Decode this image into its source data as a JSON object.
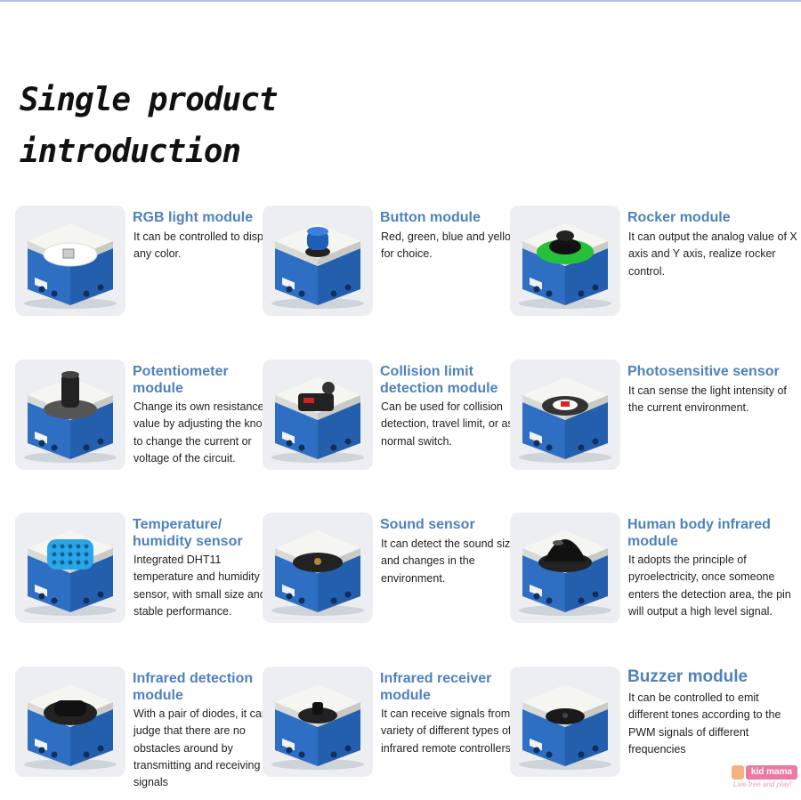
{
  "page": {
    "title_line1": "Single product",
    "title_line2": "introduction"
  },
  "modules": [
    {
      "name": "RGB light module",
      "desc": "It can be controlled to display any color.",
      "icon": "rgb-led-icon"
    },
    {
      "name": "Button module",
      "desc": "Red, green, blue and yellow for choice.",
      "icon": "button-cap-icon"
    },
    {
      "name": "Rocker module",
      "desc": "It can output the analog value of X axis and Y axis, realize rocker control.",
      "icon": "joystick-icon"
    },
    {
      "name": "Potentiometer module",
      "desc": "Change its own resistance value by adjusting the knob to change the current or voltage of the circuit.",
      "icon": "knob-icon"
    },
    {
      "name": "Collision limit detection module",
      "desc": "Can be used for collision detection, travel limit, or as a normal switch.",
      "icon": "limit-switch-icon"
    },
    {
      "name": "Photosensitive sensor",
      "desc": "It can sense the light intensity of the current environment.",
      "icon": "light-sensor-icon"
    },
    {
      "name": "Temperature/ humidity sensor",
      "desc": "Integrated DHT11 temperature and humidity sensor, with small size and stable performance.",
      "icon": "dht11-icon"
    },
    {
      "name": "Sound sensor",
      "desc": "It can detect the sound size and changes in the environment.",
      "icon": "microphone-icon"
    },
    {
      "name": "Human body infrared module",
      "desc": "It adopts the principle of pyroelectricity, once someone enters the detection area, the pin will output a high level signal.",
      "icon": "pir-dome-icon"
    },
    {
      "name": "Infrared detection module",
      "desc": "With a pair of diodes, it can judge that there are no obstacles around by transmitting and receiving signals",
      "icon": "ir-diode-icon"
    },
    {
      "name": "Infrared receiver module",
      "desc": "It can receive signals from a variety of different types of infrared remote controllers.",
      "icon": "ir-receiver-icon"
    },
    {
      "name": "Buzzer module",
      "desc": "It can be controlled to emit different tones according to the PWM signals of different frequencies",
      "icon": "buzzer-icon"
    }
  ],
  "watermark": {
    "brand": "kid mama",
    "tagline": "Live free and play!"
  },
  "colors": {
    "heading": "#4f81bd",
    "module_body": "#2f6fc3",
    "module_top": "#f5f5f2",
    "thumb_bg": "#eceef2"
  }
}
